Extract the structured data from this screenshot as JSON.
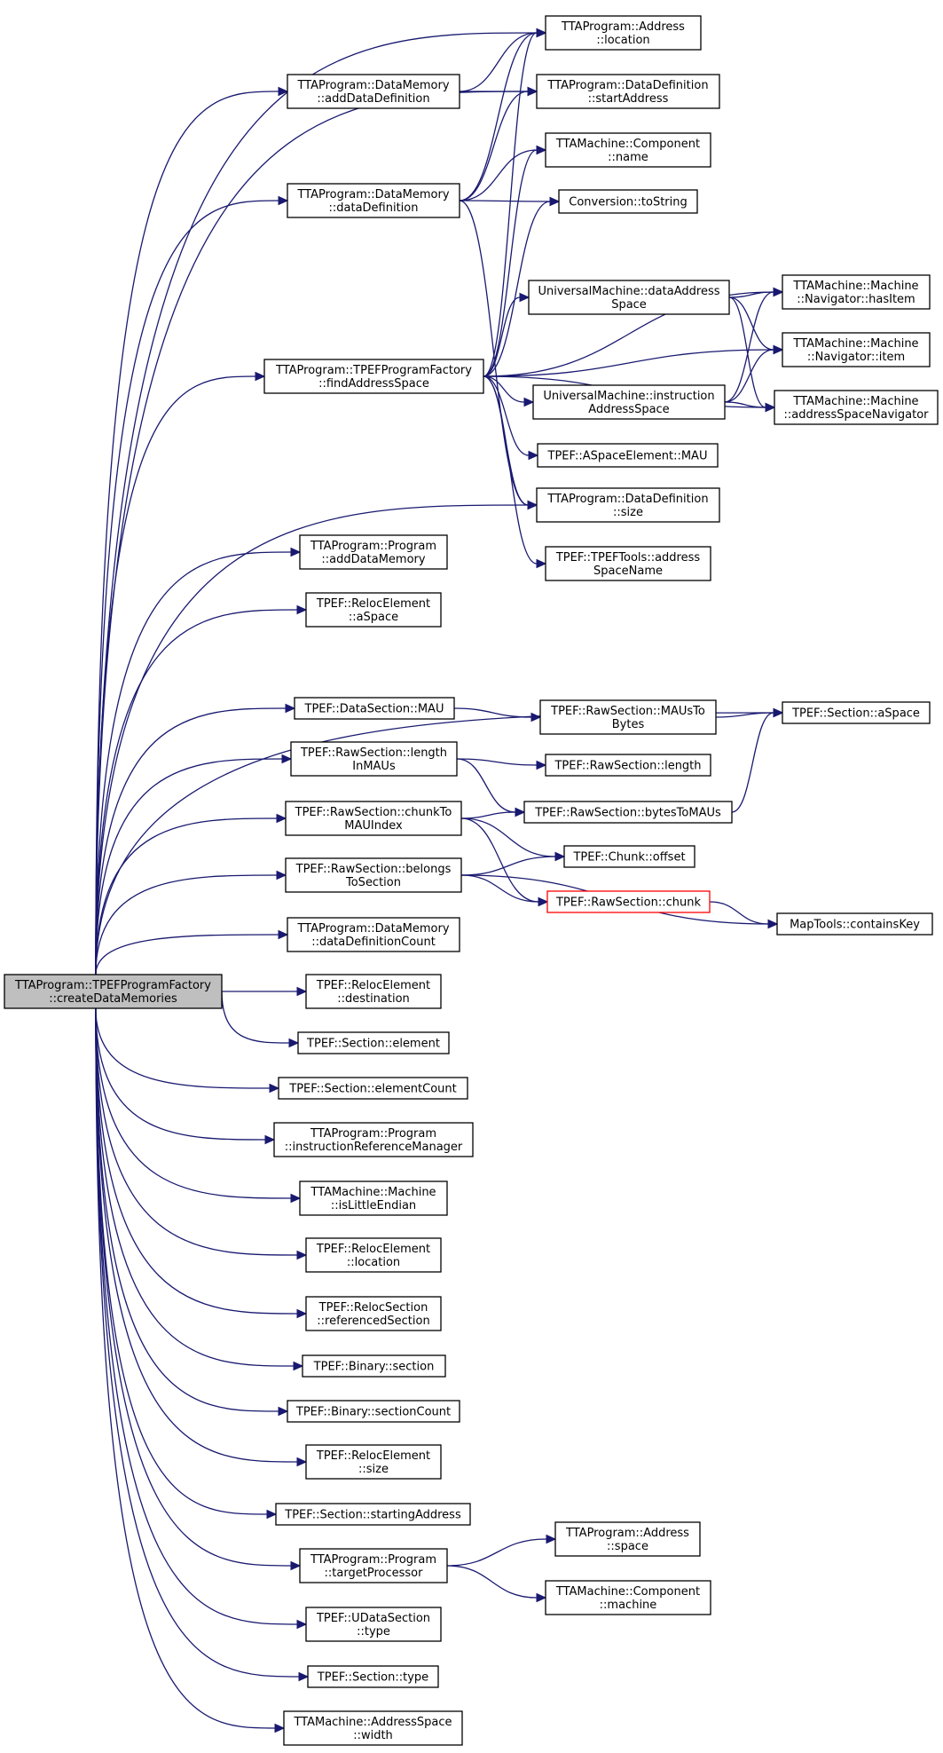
{
  "colors": {
    "edge": "#191970",
    "root_fill": "#bfbfbf",
    "missing_border": "#ff0000",
    "node_border": "#000000"
  },
  "nodes": {
    "root": [
      "TTAProgram::TPEFProgramFactory",
      "::createDataMemories"
    ],
    "address_location": [
      "TTAProgram::Address",
      "::location"
    ],
    "dm_add_def": [
      "TTAProgram::DataMemory",
      "::addDataDefinition"
    ],
    "dd_start": [
      "TTAProgram::DataDefinition",
      "::startAddress"
    ],
    "comp_name": [
      "TTAMachine::Component",
      "::name"
    ],
    "dm_data_def": [
      "TTAProgram::DataMemory",
      "::dataDefinition"
    ],
    "conv_tostring": [
      "Conversion::toString"
    ],
    "um_data_as": [
      "UniversalMachine::dataAddress",
      "Space"
    ],
    "nav_hasitem": [
      "TTAMachine::Machine",
      "::Navigator::hasItem"
    ],
    "nav_item": [
      "TTAMachine::Machine",
      "::Navigator::item"
    ],
    "find_as": [
      "TTAProgram::TPEFProgramFactory",
      "::findAddressSpace"
    ],
    "um_instr_as": [
      "UniversalMachine::instruction",
      "AddressSpace"
    ],
    "asnav": [
      "TTAMachine::Machine",
      "::addressSpaceNavigator"
    ],
    "aspace_mau": [
      "TPEF::ASpaceElement::MAU"
    ],
    "dd_size": [
      "TTAProgram::DataDefinition",
      "::size"
    ],
    "tpeftools_asname": [
      "TPEF::TPEFTools::address",
      "SpaceName"
    ],
    "prog_add_dm": [
      "TTAProgram::Program",
      "::addDataMemory"
    ],
    "reloc_aspace": [
      "TPEF::RelocElement",
      "::aSpace"
    ],
    "ds_mau": [
      "TPEF::DataSection::MAU"
    ],
    "rs_maustobytes": [
      "TPEF::RawSection::MAUsTo",
      "Bytes"
    ],
    "sec_aspace": [
      "TPEF::Section::aSpace"
    ],
    "rs_lengthinmaus": [
      "TPEF::RawSection::length",
      "InMAUs"
    ],
    "rs_length": [
      "TPEF::RawSection::length"
    ],
    "rs_chunktomau": [
      "TPEF::RawSection::chunkTo",
      "MAUIndex"
    ],
    "rs_bytestomaus": [
      "TPEF::RawSection::bytesToMAUs"
    ],
    "chunk_offset": [
      "TPEF::Chunk::offset"
    ],
    "rs_belongs": [
      "TPEF::RawSection::belongs",
      "ToSection"
    ],
    "rs_chunk": [
      "TPEF::RawSection::chunk"
    ],
    "maptools_containskey": [
      "MapTools::containsKey"
    ],
    "dm_def_count": [
      "TTAProgram::DataMemory",
      "::dataDefinitionCount"
    ],
    "reloc_dest": [
      "TPEF::RelocElement",
      "::destination"
    ],
    "sec_element": [
      "TPEF::Section::element"
    ],
    "sec_elementcount": [
      "TPEF::Section::elementCount"
    ],
    "prog_irm": [
      "TTAProgram::Program",
      "::instructionReferenceManager"
    ],
    "machine_islittle": [
      "TTAMachine::Machine",
      "::isLittleEndian"
    ],
    "reloc_location": [
      "TPEF::RelocElement",
      "::location"
    ],
    "relocsec_ref": [
      "TPEF::RelocSection",
      "::referencedSection"
    ],
    "bin_section": [
      "TPEF::Binary::section"
    ],
    "bin_sectioncount": [
      "TPEF::Binary::sectionCount"
    ],
    "reloc_size": [
      "TPEF::RelocElement",
      "::size"
    ],
    "sec_startaddr": [
      "TPEF::Section::startingAddress"
    ],
    "addr_space": [
      "TTAProgram::Address",
      "::space"
    ],
    "prog_target": [
      "TTAProgram::Program",
      "::targetProcessor"
    ],
    "comp_machine": [
      "TTAMachine::Component",
      "::machine"
    ],
    "udata_type": [
      "TPEF::UDataSection",
      "::type"
    ],
    "sec_type": [
      "TPEF::Section::type"
    ],
    "as_width": [
      "TTAMachine::AddressSpace",
      "::width"
    ]
  },
  "edges": [
    [
      "root",
      "address_location"
    ],
    [
      "root",
      "dm_add_def"
    ],
    [
      "root",
      "dd_start"
    ],
    [
      "root",
      "dm_data_def"
    ],
    [
      "root",
      "find_as"
    ],
    [
      "root",
      "dd_size"
    ],
    [
      "root",
      "prog_add_dm"
    ],
    [
      "root",
      "reloc_aspace"
    ],
    [
      "root",
      "sec_aspace"
    ],
    [
      "root",
      "ds_mau"
    ],
    [
      "root",
      "rs_lengthinmaus"
    ],
    [
      "root",
      "rs_chunktomau"
    ],
    [
      "root",
      "rs_belongs"
    ],
    [
      "root",
      "dm_def_count"
    ],
    [
      "root",
      "reloc_dest"
    ],
    [
      "root",
      "sec_element"
    ],
    [
      "root",
      "sec_elementcount"
    ],
    [
      "root",
      "prog_irm"
    ],
    [
      "root",
      "machine_islittle"
    ],
    [
      "root",
      "reloc_location"
    ],
    [
      "root",
      "relocsec_ref"
    ],
    [
      "root",
      "bin_section"
    ],
    [
      "root",
      "bin_sectioncount"
    ],
    [
      "root",
      "reloc_size"
    ],
    [
      "root",
      "sec_startaddr"
    ],
    [
      "root",
      "prog_target"
    ],
    [
      "root",
      "udata_type"
    ],
    [
      "root",
      "sec_type"
    ],
    [
      "root",
      "as_width"
    ],
    [
      "dm_add_def",
      "address_location"
    ],
    [
      "dm_add_def",
      "dd_start"
    ],
    [
      "dm_data_def",
      "address_location"
    ],
    [
      "dm_data_def",
      "dd_start"
    ],
    [
      "dm_data_def",
      "comp_name"
    ],
    [
      "dm_data_def",
      "conv_tostring"
    ],
    [
      "dm_data_def",
      "dd_size"
    ],
    [
      "find_as",
      "address_location"
    ],
    [
      "find_as",
      "comp_name"
    ],
    [
      "find_as",
      "conv_tostring"
    ],
    [
      "find_as",
      "um_data_as"
    ],
    [
      "find_as",
      "nav_hasitem"
    ],
    [
      "find_as",
      "nav_item"
    ],
    [
      "find_as",
      "um_instr_as"
    ],
    [
      "find_as",
      "aspace_mau"
    ],
    [
      "find_as",
      "dd_size"
    ],
    [
      "find_as",
      "tpeftools_asname"
    ],
    [
      "find_as",
      "asnav"
    ],
    [
      "um_data_as",
      "nav_hasitem"
    ],
    [
      "um_data_as",
      "nav_item"
    ],
    [
      "um_data_as",
      "asnav"
    ],
    [
      "um_instr_as",
      "nav_hasitem"
    ],
    [
      "um_instr_as",
      "nav_item"
    ],
    [
      "um_instr_as",
      "asnav"
    ],
    [
      "ds_mau",
      "rs_maustobytes"
    ],
    [
      "rs_maustobytes",
      "sec_aspace"
    ],
    [
      "rs_lengthinmaus",
      "rs_length"
    ],
    [
      "rs_lengthinmaus",
      "rs_bytestomaus"
    ],
    [
      "rs_bytestomaus",
      "sec_aspace"
    ],
    [
      "rs_chunktomau",
      "rs_bytestomaus"
    ],
    [
      "rs_chunktomau",
      "chunk_offset"
    ],
    [
      "rs_chunktomau",
      "rs_chunk"
    ],
    [
      "rs_belongs",
      "chunk_offset"
    ],
    [
      "rs_belongs",
      "rs_chunk"
    ],
    [
      "rs_belongs",
      "maptools_containskey"
    ],
    [
      "rs_chunk",
      "maptools_containskey"
    ],
    [
      "prog_target",
      "addr_space"
    ],
    [
      "prog_target",
      "comp_machine"
    ]
  ]
}
